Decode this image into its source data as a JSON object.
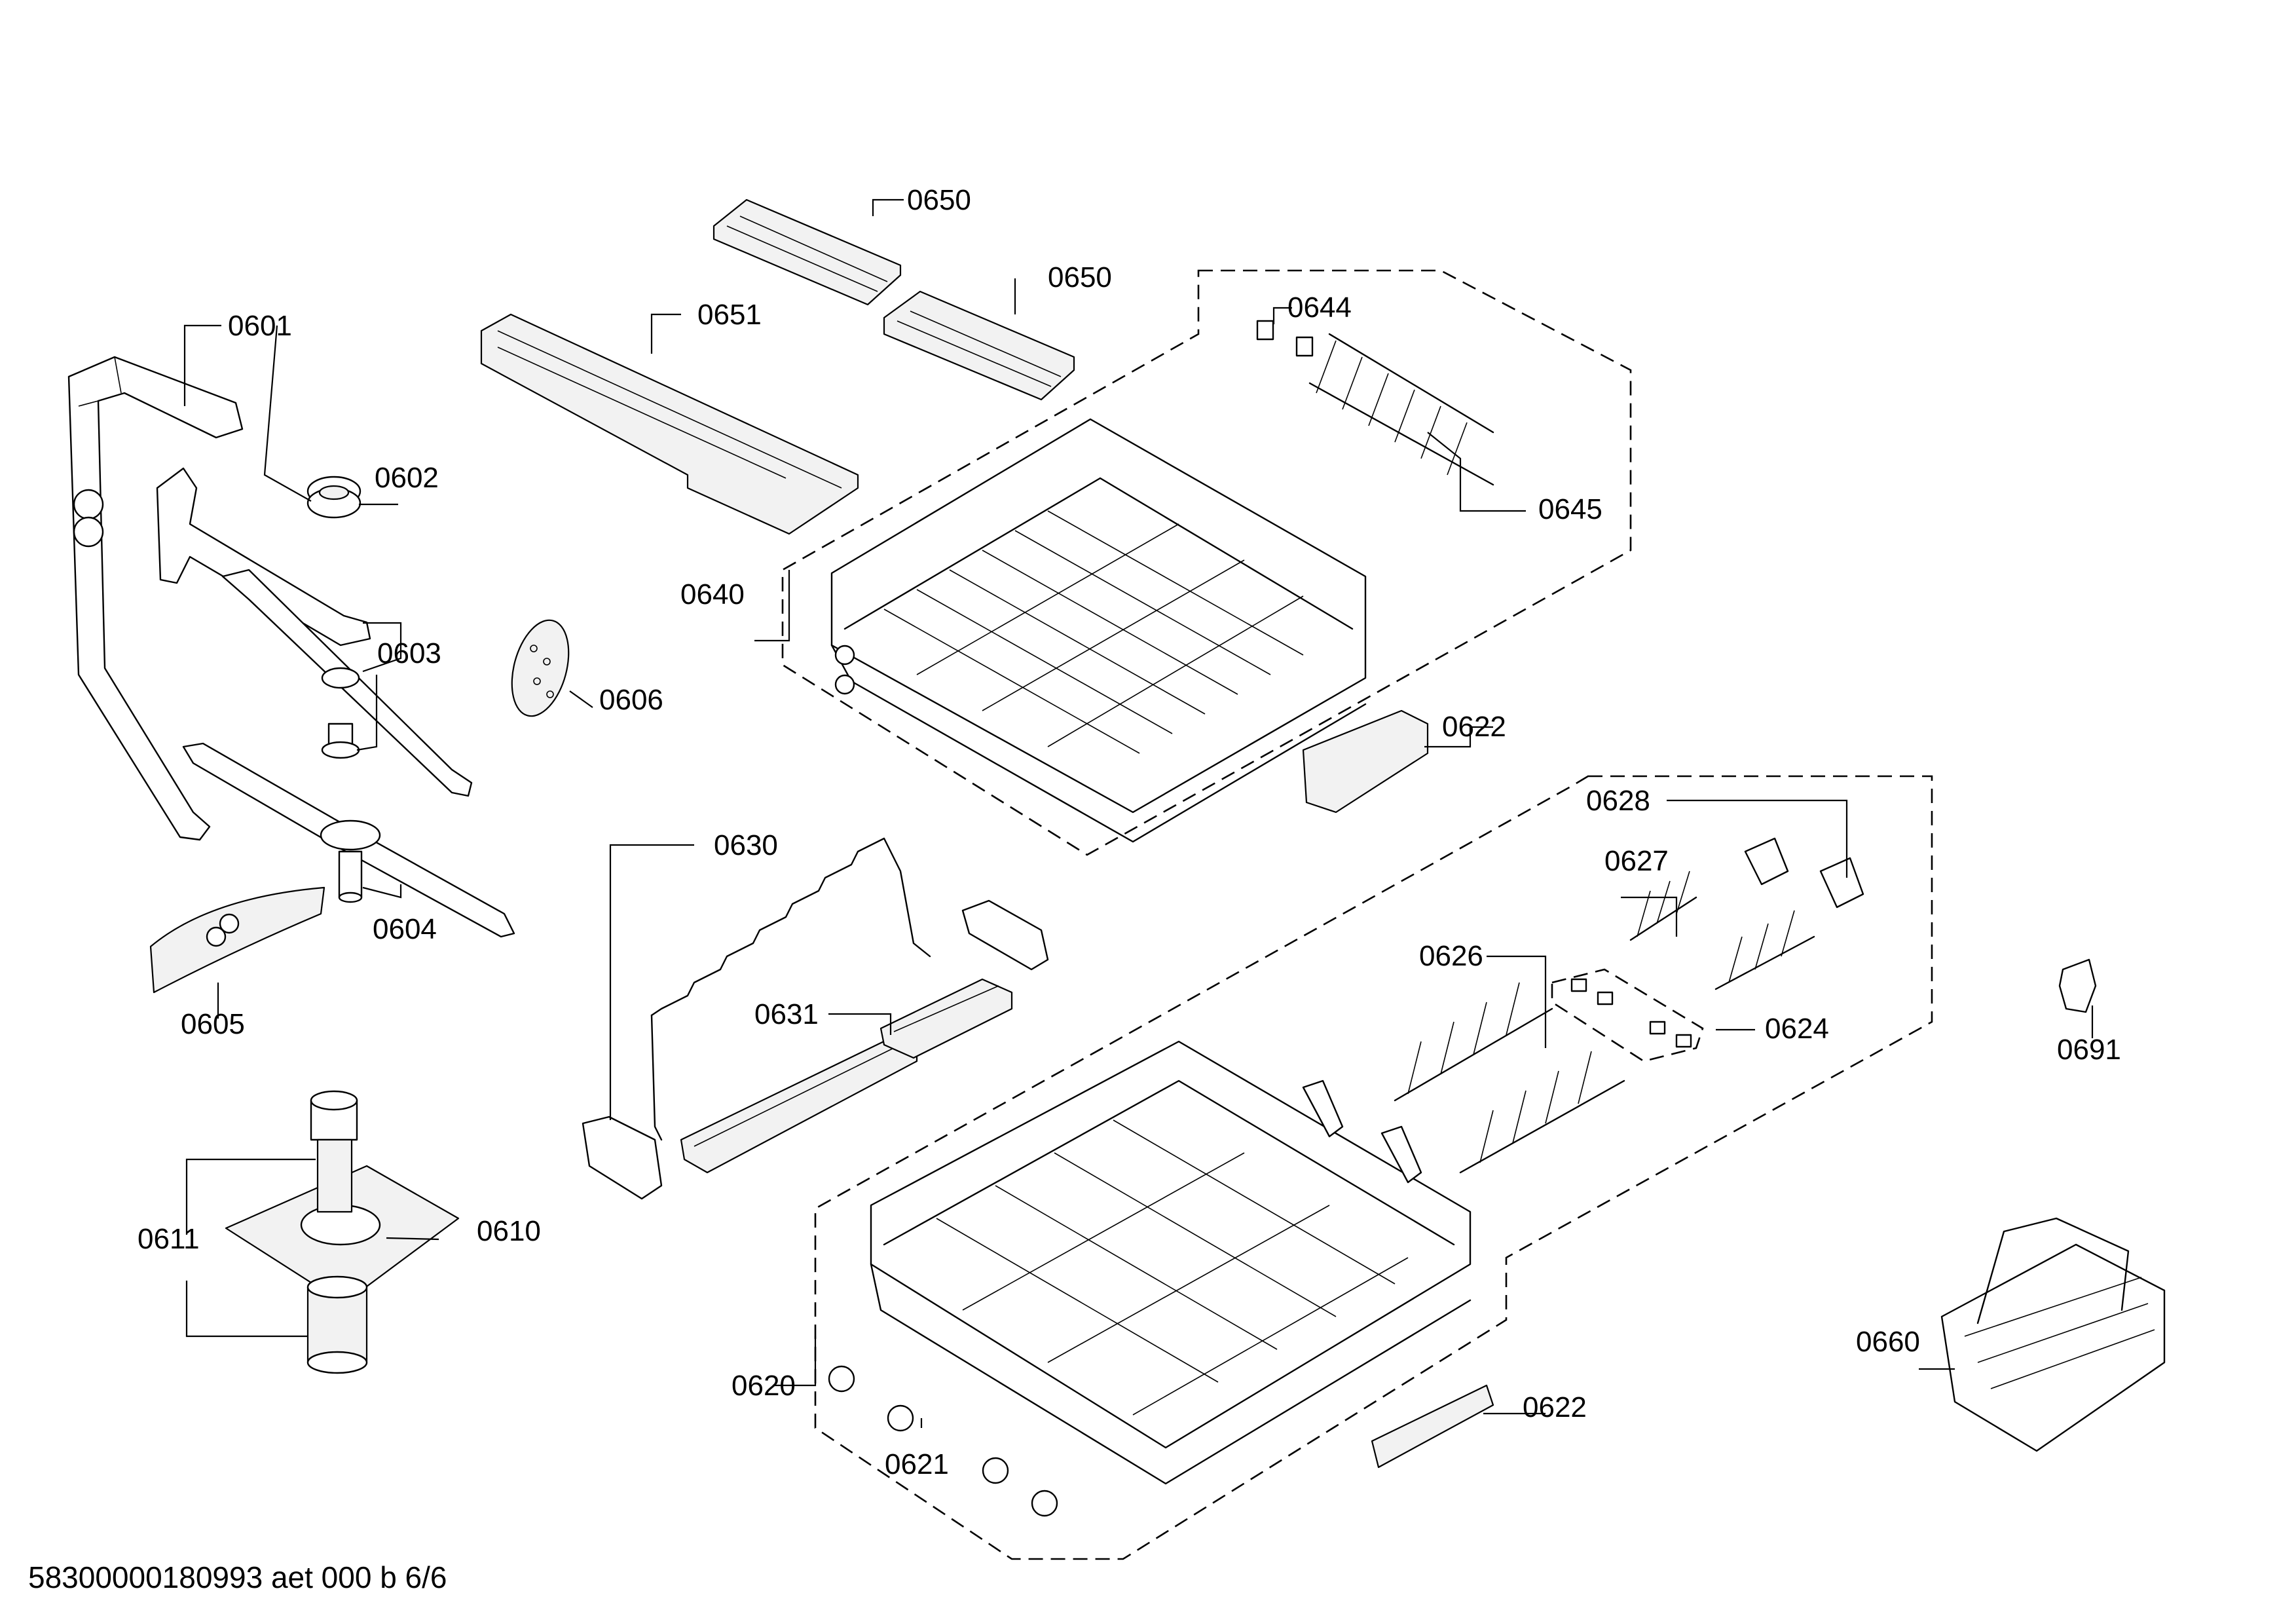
{
  "callouts": {
    "c0601": "0601",
    "c0602": "0602",
    "c0603": "0603",
    "c0604": "0604",
    "c0605": "0605",
    "c0606": "0606",
    "c0610": "0610",
    "c0611": "0611",
    "c0620": "0620",
    "c0621": "0621",
    "c0622a": "0622",
    "c0622b": "0622",
    "c0624": "0624",
    "c0626": "0626",
    "c0627": "0627",
    "c0628": "0628",
    "c0630": "0630",
    "c0631": "0631",
    "c0640": "0640",
    "c0644": "0644",
    "c0645": "0645",
    "c0650a": "0650",
    "c0650b": "0650",
    "c0651": "0651",
    "c0660": "0660",
    "c0691": "0691"
  },
  "footer": {
    "document_code": "58300000180993 aet 000 b 6/6"
  }
}
